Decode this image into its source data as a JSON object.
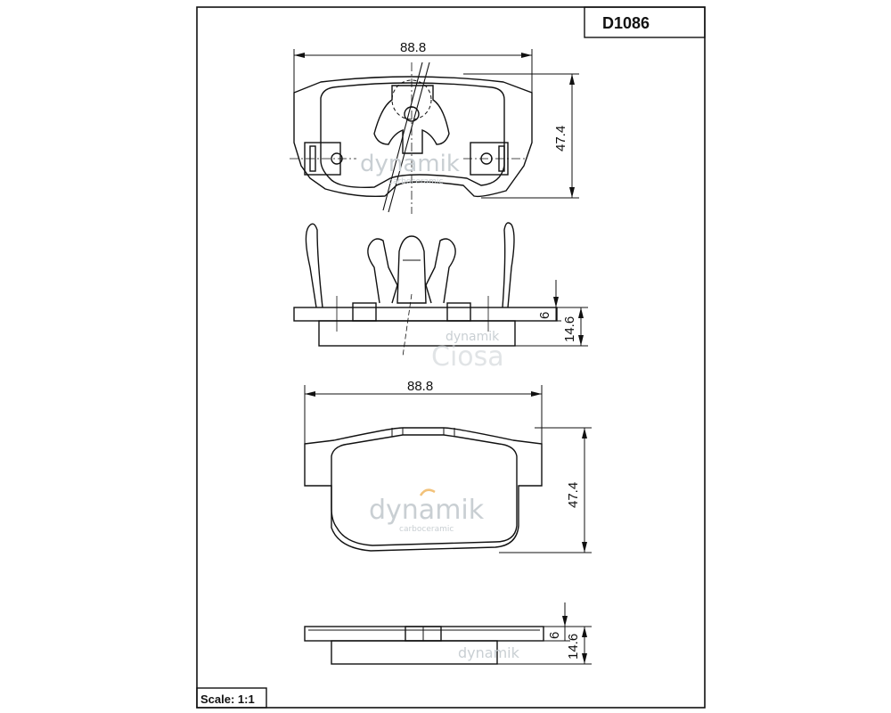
{
  "title_block": {
    "part_number": "D1086"
  },
  "scale_label": "Scale: 1:1",
  "dimensions": {
    "top_view_width": "88.8",
    "top_view_height": "47.4",
    "side_view_thickness_backing": "6",
    "side_view_thickness_total": "14.6",
    "front_view_width": "88.8",
    "front_view_height": "47.4",
    "bottom_side_thickness_backing": "6",
    "bottom_side_thickness_total": "14.6"
  },
  "watermarks": {
    "brand": "dynamik",
    "sub": "carboceramic",
    "ghost": "Ciosa"
  },
  "colors": {
    "line": "#111111",
    "watermark": "#c9cfd3",
    "accent": "#f2c27a"
  }
}
